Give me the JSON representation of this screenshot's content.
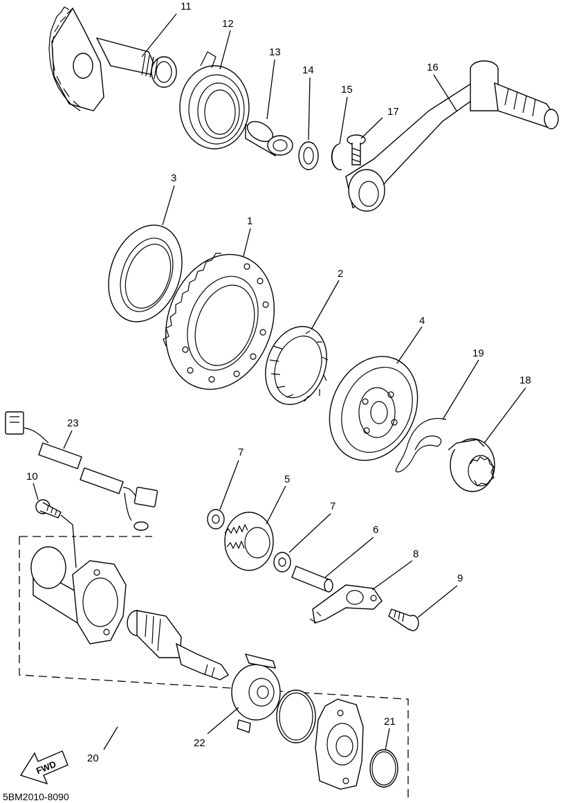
{
  "diagram": {
    "code": "5BM2010-8090",
    "fwd_label": "FWD",
    "parts": [
      {
        "id": "p1",
        "label": "1"
      },
      {
        "id": "p2",
        "label": "2"
      },
      {
        "id": "p3",
        "label": "3"
      },
      {
        "id": "p4",
        "label": "4"
      },
      {
        "id": "p5",
        "label": "5"
      },
      {
        "id": "p6",
        "label": "6"
      },
      {
        "id": "p7a",
        "label": "7"
      },
      {
        "id": "p7b",
        "label": "7"
      },
      {
        "id": "p8",
        "label": "8"
      },
      {
        "id": "p9",
        "label": "9"
      },
      {
        "id": "p10",
        "label": "10"
      },
      {
        "id": "p11",
        "label": "11"
      },
      {
        "id": "p12",
        "label": "12"
      },
      {
        "id": "p13",
        "label": "13"
      },
      {
        "id": "p14",
        "label": "14"
      },
      {
        "id": "p15",
        "label": "15"
      },
      {
        "id": "p16",
        "label": "16"
      },
      {
        "id": "p17",
        "label": "17"
      },
      {
        "id": "p18",
        "label": "18"
      },
      {
        "id": "p19",
        "label": "19"
      },
      {
        "id": "p20",
        "label": "20"
      },
      {
        "id": "p21",
        "label": "21"
      },
      {
        "id": "p22",
        "label": "22"
      },
      {
        "id": "p23",
        "label": "23"
      }
    ]
  }
}
